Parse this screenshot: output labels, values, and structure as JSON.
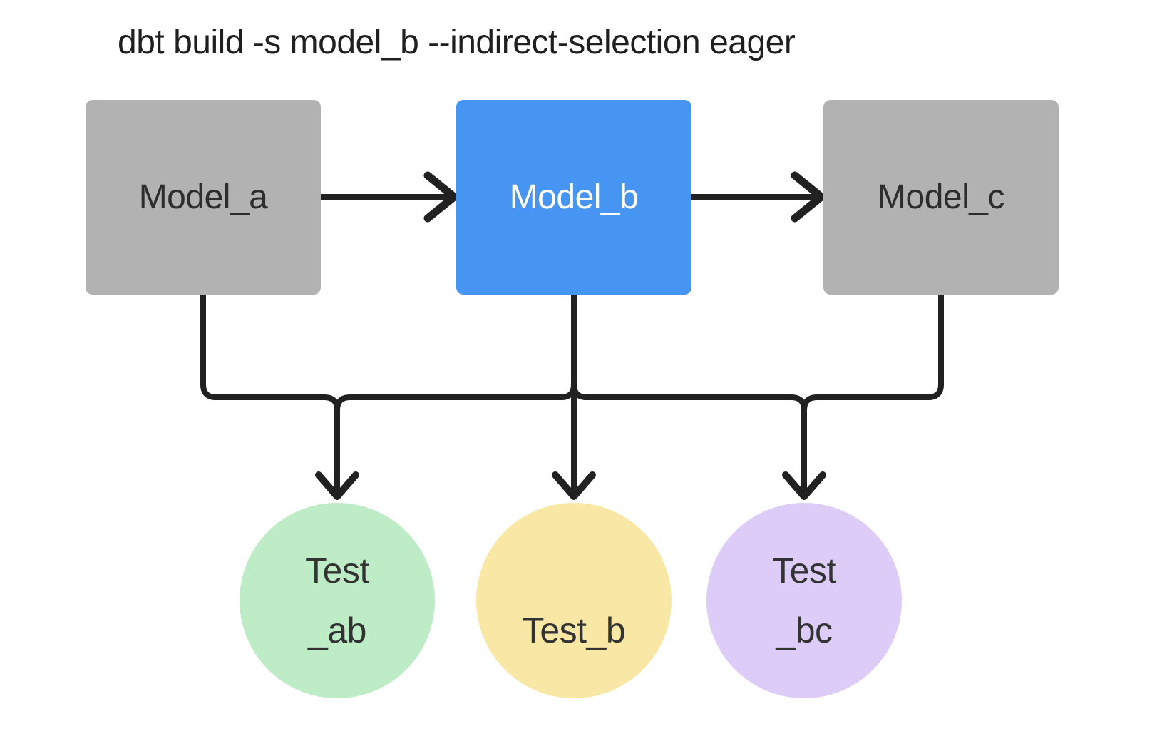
{
  "title": "dbt build -s model_b --indirect-selection eager",
  "diagram": {
    "line_color": "#212121",
    "nodes": {
      "model_a": {
        "label": "Model_a",
        "shape": "rect",
        "color": "#b2b2b2",
        "text_color": "#2d2d2d",
        "selected": false
      },
      "model_b": {
        "label": "Model_b",
        "shape": "rect",
        "color": "#4695f2",
        "text_color": "#ffffff",
        "selected": true
      },
      "model_c": {
        "label": "Model_c",
        "shape": "rect",
        "color": "#b2b2b2",
        "text_color": "#2d2d2d",
        "selected": false
      },
      "test_ab": {
        "line1": "Test",
        "line2": "_ab",
        "shape": "circle",
        "color": "#bdecc6",
        "text_color": "#333333"
      },
      "test_b": {
        "line1": "Test_b",
        "line2": "",
        "shape": "circle",
        "color": "#f9e7a6",
        "text_color": "#333333"
      },
      "test_bc": {
        "line1": "Test",
        "line2": "_bc",
        "shape": "circle",
        "color": "#ddccf8",
        "text_color": "#333333"
      }
    },
    "edges": [
      {
        "from": "model_a",
        "to": "model_b"
      },
      {
        "from": "model_b",
        "to": "model_c"
      },
      {
        "from": "model_a",
        "to": "test_ab"
      },
      {
        "from": "model_b",
        "to": "test_ab"
      },
      {
        "from": "model_b",
        "to": "test_b"
      },
      {
        "from": "model_b",
        "to": "test_bc"
      },
      {
        "from": "model_c",
        "to": "test_bc"
      }
    ]
  }
}
